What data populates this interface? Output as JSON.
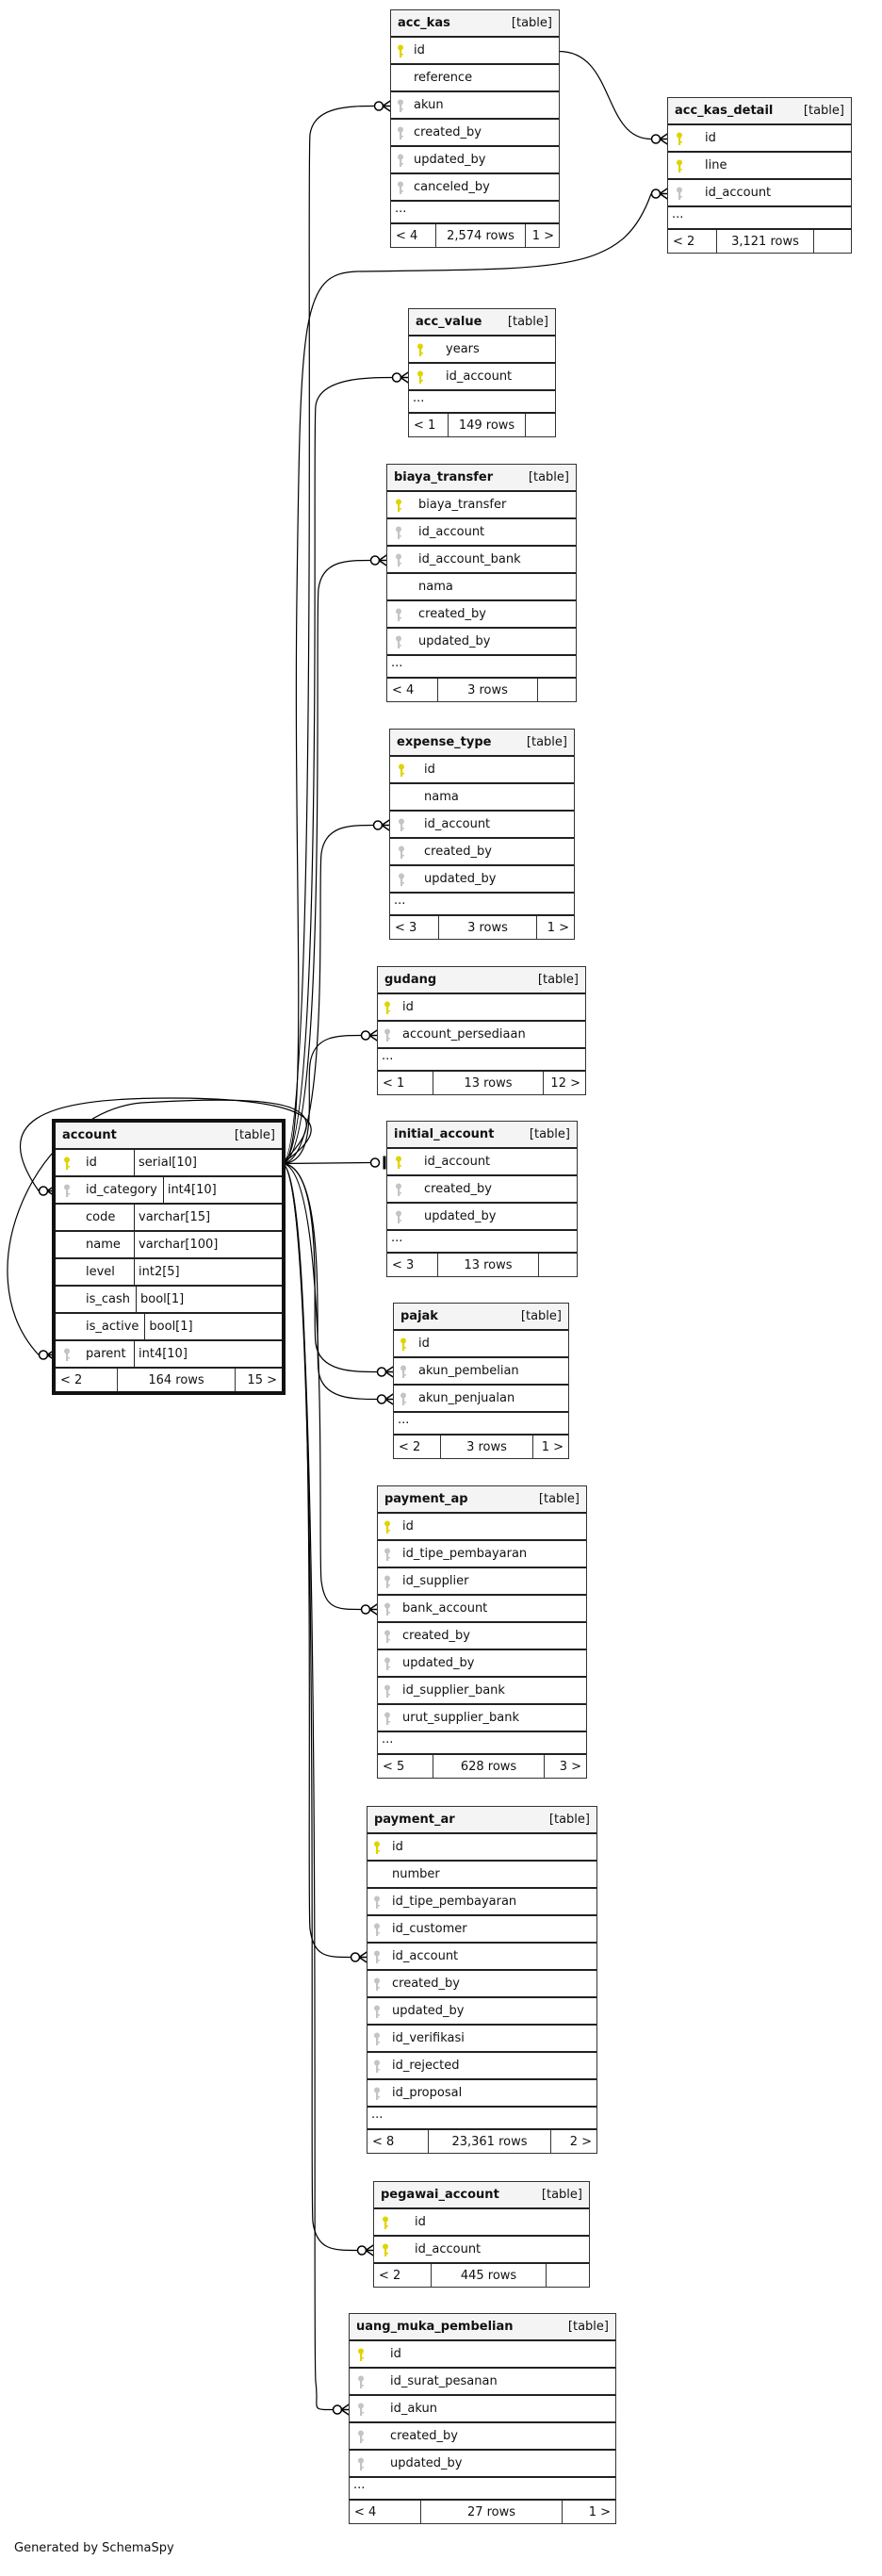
{
  "colors": {
    "pk_key": "#e0d400",
    "fk_key": "#c4c4c4",
    "header_bg": "#f4f4f4"
  },
  "table_tag": "[table]",
  "tables": [
    {
      "id": "acc_kas",
      "name": "acc_kas",
      "columns": [
        {
          "name": "id",
          "key": "pk"
        },
        {
          "name": "reference",
          "key": ""
        },
        {
          "name": "akun",
          "key": "fk"
        },
        {
          "name": "created_by",
          "key": "fk"
        },
        {
          "name": "updated_by",
          "key": "fk"
        },
        {
          "name": "canceled_by",
          "key": "fk"
        }
      ],
      "ellipsis": "...",
      "footer": {
        "left": "< 4",
        "rows": "2,574 rows",
        "right": "1 >"
      }
    },
    {
      "id": "acc_kas_detail",
      "name": "acc_kas_detail",
      "columns": [
        {
          "name": "id",
          "key": "pk"
        },
        {
          "name": "line",
          "key": "pk"
        },
        {
          "name": "id_account",
          "key": "fk"
        }
      ],
      "ellipsis": "...",
      "footer": {
        "left": "< 2",
        "rows": "3,121 rows",
        "right": ""
      }
    },
    {
      "id": "acc_value",
      "name": "acc_value",
      "columns": [
        {
          "name": "years",
          "key": "pk"
        },
        {
          "name": "id_account",
          "key": "pk"
        }
      ],
      "ellipsis": "...",
      "footer": {
        "left": "< 1",
        "rows": "149 rows",
        "right": ""
      }
    },
    {
      "id": "biaya_transfer",
      "name": "biaya_transfer",
      "columns": [
        {
          "name": "biaya_transfer",
          "key": "pk"
        },
        {
          "name": "id_account",
          "key": "fk"
        },
        {
          "name": "id_account_bank",
          "key": "fk"
        },
        {
          "name": "nama",
          "key": ""
        },
        {
          "name": "created_by",
          "key": "fk"
        },
        {
          "name": "updated_by",
          "key": "fk"
        }
      ],
      "ellipsis": "...",
      "footer": {
        "left": "< 4",
        "rows": "3 rows",
        "right": ""
      }
    },
    {
      "id": "expense_type",
      "name": "expense_type",
      "columns": [
        {
          "name": "id",
          "key": "pk"
        },
        {
          "name": "nama",
          "key": ""
        },
        {
          "name": "id_account",
          "key": "fk"
        },
        {
          "name": "created_by",
          "key": "fk"
        },
        {
          "name": "updated_by",
          "key": "fk"
        }
      ],
      "ellipsis": "...",
      "footer": {
        "left": "< 3",
        "rows": "3 rows",
        "right": "1 >"
      }
    },
    {
      "id": "gudang",
      "name": "gudang",
      "columns": [
        {
          "name": "id",
          "key": "pk"
        },
        {
          "name": "account_persediaan",
          "key": "fk"
        }
      ],
      "ellipsis": "...",
      "footer": {
        "left": "< 1",
        "rows": "13 rows",
        "right": "12 >"
      }
    },
    {
      "id": "account",
      "name": "account",
      "columns": [
        {
          "name": "id",
          "key": "pk",
          "type": "serial[10]"
        },
        {
          "name": "id_category",
          "key": "fk",
          "type": "int4[10]"
        },
        {
          "name": "code",
          "key": "",
          "type": "varchar[15]"
        },
        {
          "name": "name",
          "key": "",
          "type": "varchar[100]"
        },
        {
          "name": "level",
          "key": "",
          "type": "int2[5]"
        },
        {
          "name": "is_cash",
          "key": "",
          "type": "bool[1]"
        },
        {
          "name": "is_active",
          "key": "",
          "type": "bool[1]"
        },
        {
          "name": "parent",
          "key": "fk",
          "type": "int4[10]"
        }
      ],
      "footer": {
        "left": "< 2",
        "rows": "164 rows",
        "right": "15 >"
      }
    },
    {
      "id": "initial_account",
      "name": "initial_account",
      "columns": [
        {
          "name": "id_account",
          "key": "pk"
        },
        {
          "name": "created_by",
          "key": "fk"
        },
        {
          "name": "updated_by",
          "key": "fk"
        }
      ],
      "ellipsis": "...",
      "footer": {
        "left": "< 3",
        "rows": "13 rows",
        "right": ""
      }
    },
    {
      "id": "pajak",
      "name": "pajak",
      "columns": [
        {
          "name": "id",
          "key": "pk"
        },
        {
          "name": "akun_pembelian",
          "key": "fk"
        },
        {
          "name": "akun_penjualan",
          "key": "fk"
        }
      ],
      "ellipsis": "...",
      "footer": {
        "left": "< 2",
        "rows": "3 rows",
        "right": "1 >"
      }
    },
    {
      "id": "payment_ap",
      "name": "payment_ap",
      "columns": [
        {
          "name": "id",
          "key": "pk"
        },
        {
          "name": "id_tipe_pembayaran",
          "key": "fk"
        },
        {
          "name": "id_supplier",
          "key": "fk"
        },
        {
          "name": "bank_account",
          "key": "fk"
        },
        {
          "name": "created_by",
          "key": "fk"
        },
        {
          "name": "updated_by",
          "key": "fk"
        },
        {
          "name": "id_supplier_bank",
          "key": "fk"
        },
        {
          "name": "urut_supplier_bank",
          "key": "fk"
        }
      ],
      "ellipsis": "...",
      "footer": {
        "left": "< 5",
        "rows": "628 rows",
        "right": "3 >"
      }
    },
    {
      "id": "payment_ar",
      "name": "payment_ar",
      "columns": [
        {
          "name": "id",
          "key": "pk"
        },
        {
          "name": "number",
          "key": ""
        },
        {
          "name": "id_tipe_pembayaran",
          "key": "fk"
        },
        {
          "name": "id_customer",
          "key": "fk"
        },
        {
          "name": "id_account",
          "key": "fk"
        },
        {
          "name": "created_by",
          "key": "fk"
        },
        {
          "name": "updated_by",
          "key": "fk"
        },
        {
          "name": "id_verifikasi",
          "key": "fk"
        },
        {
          "name": "id_rejected",
          "key": "fk"
        },
        {
          "name": "id_proposal",
          "key": "fk"
        }
      ],
      "ellipsis": "...",
      "footer": {
        "left": "< 8",
        "rows": "23,361 rows",
        "right": "2 >"
      }
    },
    {
      "id": "pegawai_account",
      "name": "pegawai_account",
      "columns": [
        {
          "name": "id",
          "key": "pk"
        },
        {
          "name": "id_account",
          "key": "pk"
        }
      ],
      "footer": {
        "left": "< 2",
        "rows": "445 rows",
        "right": ""
      }
    },
    {
      "id": "uang_muka_pembelian",
      "name": "uang_muka_pembelian",
      "columns": [
        {
          "name": "id",
          "key": "pk"
        },
        {
          "name": "id_surat_pesanan",
          "key": "fk"
        },
        {
          "name": "id_akun",
          "key": "fk"
        },
        {
          "name": "created_by",
          "key": "fk"
        },
        {
          "name": "updated_by",
          "key": "fk"
        }
      ],
      "ellipsis": "...",
      "footer": {
        "left": "< 4",
        "rows": "27 rows",
        "right": "1 >"
      }
    }
  ],
  "footer_text": "Generated by SchemaSpy"
}
